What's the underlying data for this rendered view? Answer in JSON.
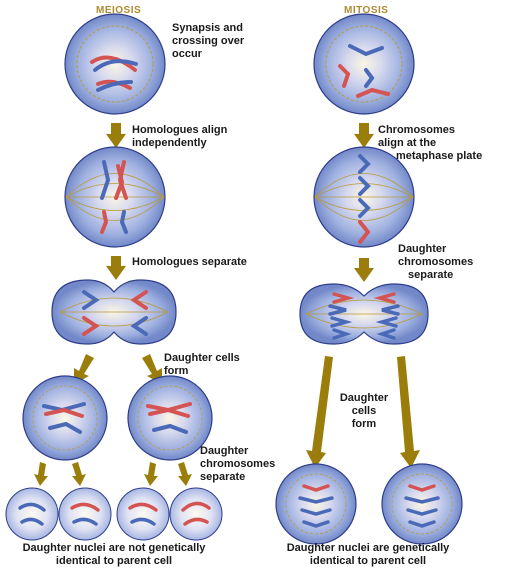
{
  "titles": {
    "meiosis": "MEIOSIS",
    "mitosis": "MITOSIS"
  },
  "meiosis_labels": {
    "synapsis": [
      "Synapsis and",
      "crossing over",
      "occur"
    ],
    "align": [
      "Homologues align",
      "independently"
    ],
    "separate": [
      "Homologues separate"
    ],
    "daughter_cells": [
      "Daughter cells",
      "form"
    ],
    "daughter_chromosomes": [
      "Daughter",
      "chromosomes",
      "separate"
    ],
    "conclusion": [
      "Daughter nuclei are not genetically",
      "identical to parent cell"
    ]
  },
  "mitosis_labels": {
    "align": [
      "Chromosomes",
      "align at the",
      "metaphase plate"
    ],
    "daughter_chromosomes": [
      "Daughter",
      "chromosomes",
      "separate"
    ],
    "daughter_cells": [
      "Daughter",
      "cells",
      "form"
    ],
    "conclusion": [
      "Daughter nuclei are genetically",
      "identical to parent cell"
    ]
  },
  "colors": {
    "arrow": "#9a7d0a",
    "cell_fill": "#8fa3dc",
    "cell_edge": "#2f3e8a",
    "cytoplasm_light": "#f4eed2",
    "spindle": "#b89a3a",
    "chromosome_red": "#d45454",
    "chromosome_blue": "#4a6ab8",
    "title": "#b08a32"
  }
}
